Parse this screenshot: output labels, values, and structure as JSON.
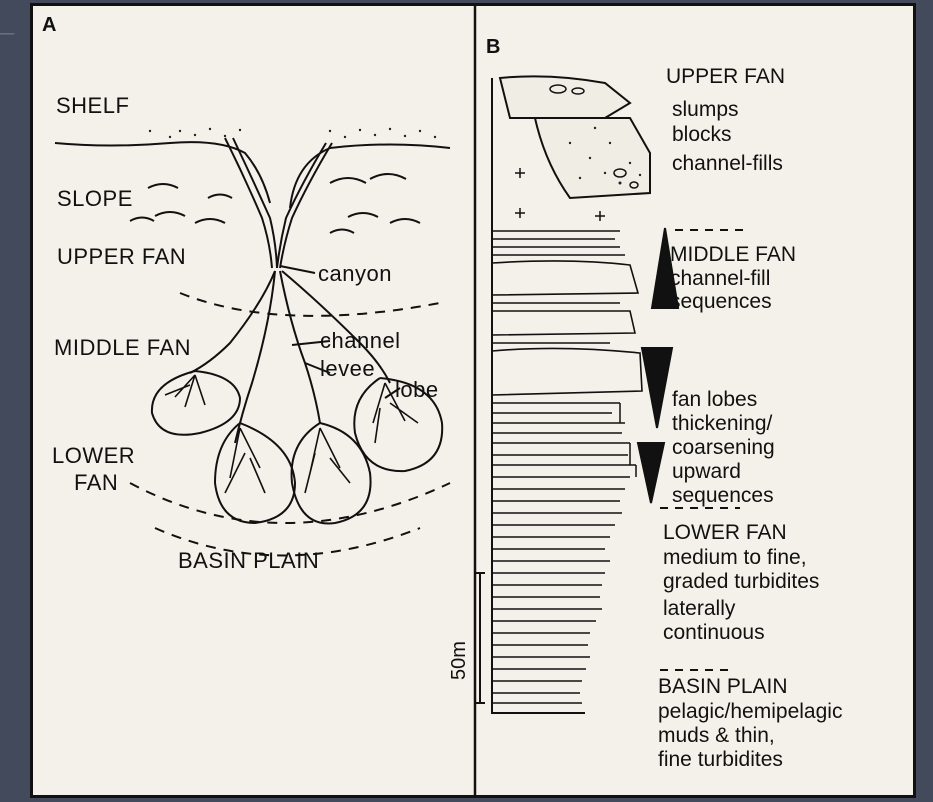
{
  "panel_a": {
    "label": "A",
    "zones": {
      "shelf": "SHELF",
      "slope": "SLOPE",
      "upper_fan": "UPPER FAN",
      "middle_fan": "MIDDLE FAN",
      "lower_fan_1": "LOWER",
      "lower_fan_2": "FAN",
      "basin_plain": "BASIN PLAIN"
    },
    "features": {
      "canyon": "canyon",
      "channel": "channel",
      "levee": "levee",
      "lobe": "lobe"
    }
  },
  "panel_b": {
    "label": "B",
    "scale": "50m",
    "sections": [
      {
        "title": "UPPER FAN",
        "lines": [
          "slumps",
          "blocks",
          "channel-fills"
        ]
      },
      {
        "title": "MIDDLE FAN",
        "lines": [
          "channel-fill",
          "sequences"
        ]
      },
      {
        "title": "",
        "lines": [
          "fan lobes",
          "thickening/",
          "coarsening",
          "upward",
          "sequences"
        ]
      },
      {
        "title": "LOWER FAN",
        "lines": [
          "medium to fine,",
          "graded turbidites",
          "laterally",
          "continuous"
        ]
      },
      {
        "title": "BASIN PLAIN",
        "lines": [
          "pelagic/hemipelagic",
          "muds & thin,",
          "fine turbidites"
        ]
      }
    ]
  }
}
